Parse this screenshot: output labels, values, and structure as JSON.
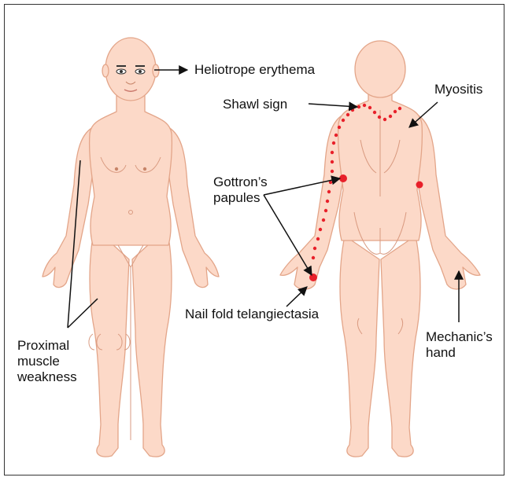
{
  "labels": {
    "heliotrope": "Heliotrope erythema",
    "myositis": "Myositis",
    "shawl": "Shawl sign",
    "gottron": "Gottron’s\npapules",
    "nailfold": "Nail fold telangiectasia",
    "mechanic": "Mechanic’s\nhand",
    "proximal": "Proximal\nmuscle\nweakness"
  },
  "colors": {
    "skin": "#fcd9c8",
    "outline": "#e3a589",
    "dots": "#e8202a",
    "arrow": "#111111",
    "frame": "#333333"
  }
}
